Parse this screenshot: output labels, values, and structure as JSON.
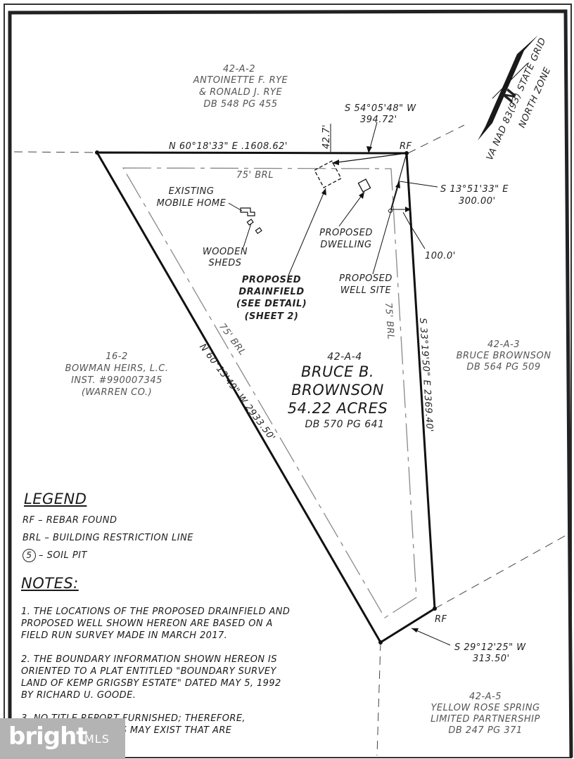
{
  "parcels": {
    "north": {
      "id": "42-A-2",
      "owner_line1": "ANTOINETTE F. RYE",
      "owner_line2": "& RONALD J. RYE",
      "deed": "DB 548 PG 455"
    },
    "west": {
      "id": "16-2",
      "owner": "BOWMAN HEIRS, L.C.",
      "inst": "INST. #990007345",
      "county": "(WARREN CO.)"
    },
    "east": {
      "id": "42-A-3",
      "owner": "BRUCE BROWNSON",
      "deed": "DB 564 PG 509"
    },
    "south": {
      "id": "42-A-5",
      "owner_line1": "YELLOW ROSE SPRING",
      "owner_line2": "LIMITED PARTNERSHIP",
      "deed": "DB 247 PG 371"
    },
    "subject": {
      "id": "42-A-4",
      "owner_line1": "BRUCE B.",
      "owner_line2": "BROWNSON",
      "acres": "54.22 ACRES",
      "deed": "DB 570 PG 641"
    }
  },
  "bearings": {
    "north_line": "N 60°18'33\" E .1608.62'",
    "offset_427": "42.7'",
    "top_call": "S 54°05'48\" W",
    "top_call_dist": "394.72'",
    "right_upper_call": "S 13°51'33\" E",
    "right_upper_dist": "300.00'",
    "well_offset": "100.0'",
    "east_line": "S 33°19'50\" E   2369.40'",
    "west_line": "N 60°13'49\" W   2933.50'",
    "south_call": "S 29°12'25\" W",
    "south_dist": "313.50'"
  },
  "markers": {
    "rf_top": "RF",
    "rf_bottom": "RF"
  },
  "brl_labels": {
    "top": "75' BRL",
    "west": "75' BRL",
    "east": "75' BRL"
  },
  "features": {
    "mobile_home_line1": "EXISTING",
    "mobile_home_line2": "MOBILE HOME",
    "sheds_line1": "WOODEN",
    "sheds_line2": "SHEDS",
    "drain_line1": "PROPOSED",
    "drain_line2": "DRAINFIELD",
    "drain_line3": "(SEE DETAIL)",
    "drain_line4": "(SHEET 2)",
    "dwelling_line1": "PROPOSED",
    "dwelling_line2": "DWELLING",
    "well_line1": "PROPOSED",
    "well_line2": "WELL SITE"
  },
  "north_arrow": {
    "letter": "N",
    "label_line1": "VA NAD 83(93) STATE GRID",
    "label_line2": "NORTH ZONE"
  },
  "legend": {
    "title": "LEGEND",
    "items": [
      {
        "text": "RF – REBAR FOUND"
      },
      {
        "text": "BRL – BUILDING RESTRICTION LINE"
      },
      {
        "symbol": "5",
        "text": "– SOIL PIT"
      }
    ]
  },
  "notes": {
    "title": "NOTES:",
    "items": [
      "1. THE LOCATIONS OF THE PROPOSED DRAINFIELD AND\nPROPOSED WELL SHOWN HEREON ARE BASED ON A\nFIELD RUN SURVEY MADE IN MARCH 2017.",
      "2. THE BOUNDARY INFORMATION SHOWN HEREON IS\nORIENTED TO A PLAT ENTITLED \"BOUNDARY SURVEY\nLAND OF KEMP GRIGSBY ESTATE\" DATED MAY 5, 1992\nBY RICHARD U. GOODE.",
      "3. NO TITLE REPORT FURNISHED; THEREFORE,\n            CUMBRANCES MAY EXIST THAT ARE"
    ]
  },
  "watermark": {
    "brand": "bright",
    "suffix": "MLS"
  }
}
